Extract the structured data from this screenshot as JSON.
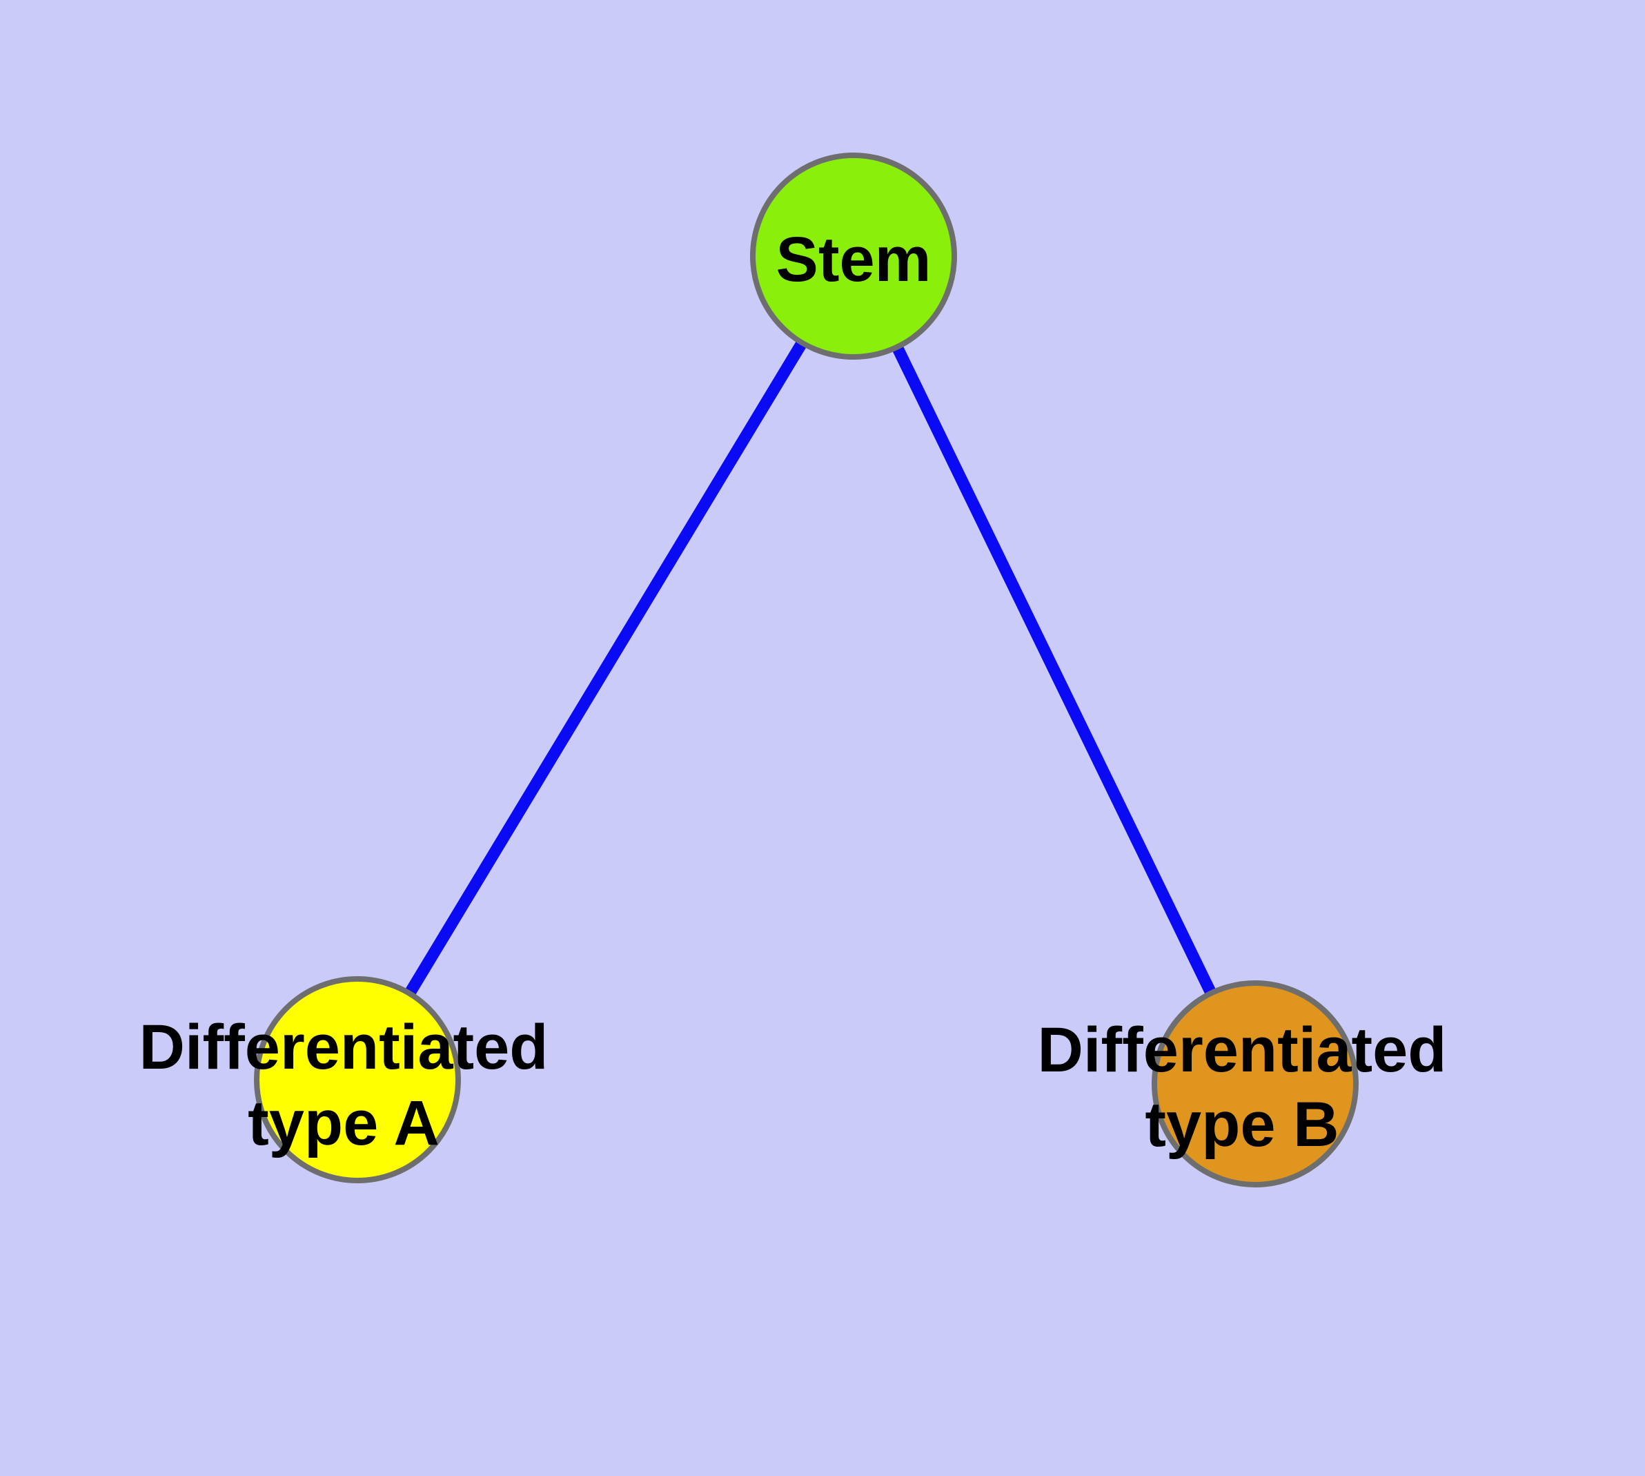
{
  "canvas": {
    "background": "#CBCBFA"
  },
  "diagram": {
    "type": "graph",
    "label_color": "#000000",
    "edge_color": "#0A0AF5",
    "node_border_color": "#6E6E6E",
    "nodes": [
      {
        "id": "stem",
        "label": "Stem",
        "lines": [
          "Stem"
        ],
        "color": "#8AEF0A",
        "border_color": "#6E6E6E"
      },
      {
        "id": "differentiated-type-a",
        "label": "Differentiated type A",
        "lines": [
          "Differentiated",
          "type A"
        ],
        "color": "#FFFF00",
        "border_color": "#6E6E6E"
      },
      {
        "id": "differentiated-type-b",
        "label": "Differentiated type B",
        "lines": [
          "Differentiated",
          "type B"
        ],
        "color": "#E0961E",
        "border_color": "#6E6E6E"
      }
    ],
    "edges": [
      {
        "from": "Stem",
        "to": "Differentiated type A"
      },
      {
        "from": "Stem",
        "to": "Differentiated type B"
      }
    ]
  }
}
